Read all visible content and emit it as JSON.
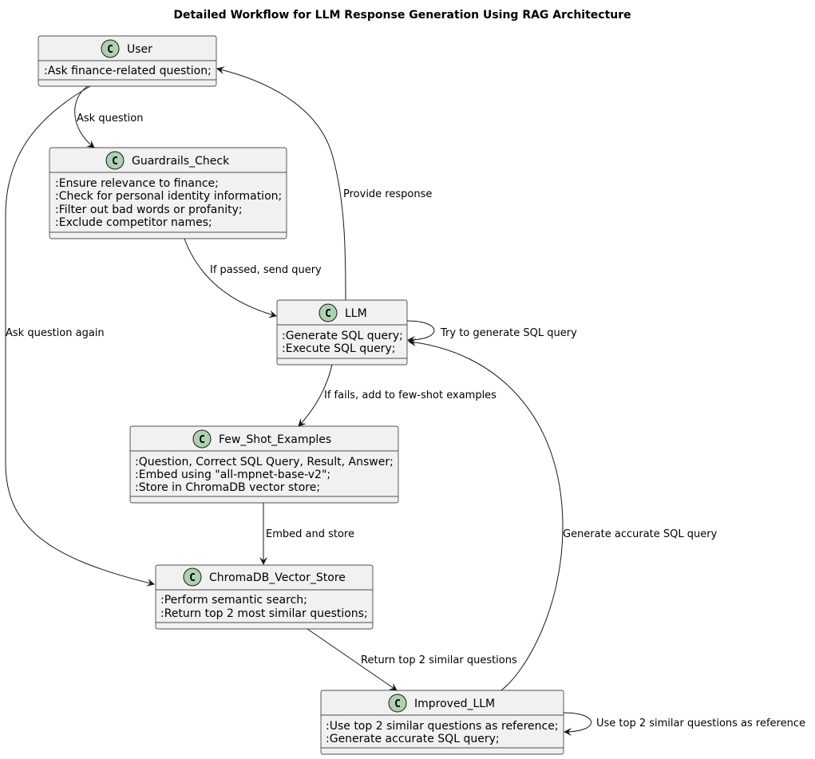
{
  "diagram": {
    "title": "Detailed Workflow for LLM Response Generation Using RAG Architecture",
    "classes": {
      "user": {
        "name": "User",
        "members": [
          ":Ask finance-related question;"
        ]
      },
      "guardrails": {
        "name": "Guardrails_Check",
        "members": [
          ":Ensure relevance to finance;",
          ":Check for personal identity information;",
          ":Filter out bad words or profanity;",
          ":Exclude competitor names;"
        ]
      },
      "llm": {
        "name": "LLM",
        "members": [
          ":Generate SQL query;",
          ":Execute SQL query;"
        ]
      },
      "fewshot": {
        "name": "Few_Shot_Examples",
        "members": [
          ":Question, Correct SQL Query, Result, Answer;",
          ":Embed using \"all-mpnet-base-v2\";",
          ":Store in ChromaDB vector store;"
        ]
      },
      "chroma": {
        "name": "ChromaDB_Vector_Store",
        "members": [
          ":Perform semantic search;",
          ":Return top 2 most similar questions;"
        ]
      },
      "improved": {
        "name": "Improved_LLM",
        "members": [
          ":Use top 2 similar questions as reference;",
          ":Generate accurate SQL query;"
        ]
      }
    },
    "edges": {
      "ask_question": "Ask question",
      "ask_again": "Ask question again",
      "provide_response": "Provide response",
      "if_passed": "If passed, send query",
      "try_generate": "Try to generate SQL query",
      "if_fails": "If fails, add to few-shot examples",
      "embed_store": "Embed and store",
      "generate_accurate": "Generate accurate SQL query",
      "return_top2": "Return top 2 similar questions",
      "use_top2": "Use top 2 similar questions as reference"
    },
    "class_icon_letter": "C"
  }
}
